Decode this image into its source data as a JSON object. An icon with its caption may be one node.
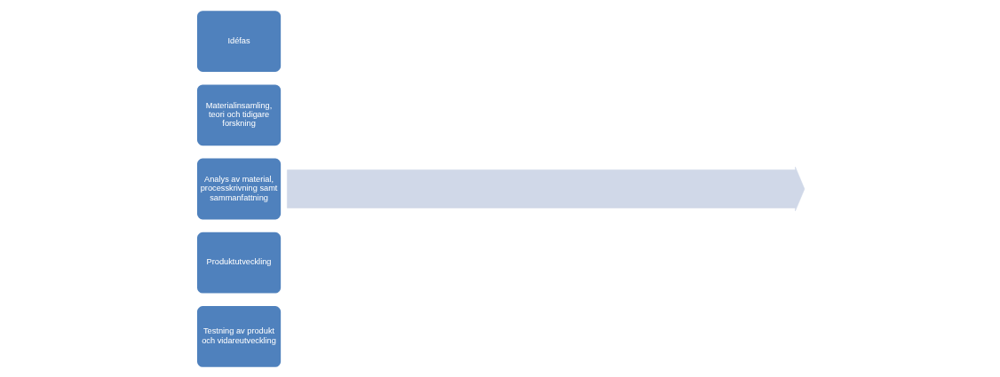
{
  "diagram": {
    "nodes": [
      {
        "text": [
          "Idéfas"
        ]
      },
      {
        "text": [
          "Materialinsamling, teori och tidigare forskning"
        ]
      },
      {
        "text": [
          "Analys av material, processkrivning samt sammanfattning"
        ]
      },
      {
        "text": [
          "Produktutveckling"
        ]
      },
      {
        "text": [
          "Testning av produkt och vidareutveckling"
        ]
      },
      {
        "text": [],
        "shape": "arrow"
      }
    ]
  }
}
